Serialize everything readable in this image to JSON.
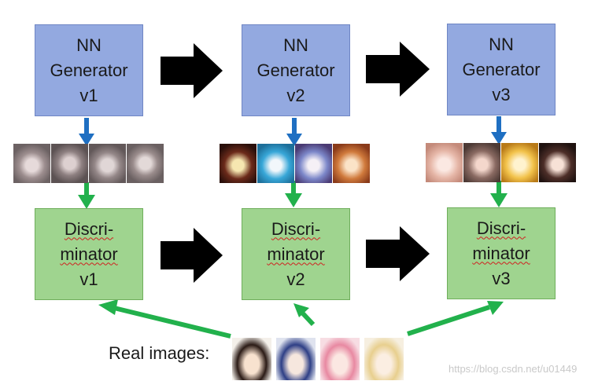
{
  "generators": [
    {
      "line1": "NN",
      "line2": "Generator",
      "line3": "v1"
    },
    {
      "line1": "NN",
      "line2": "Generator",
      "line3": "v2"
    },
    {
      "line1": "NN",
      "line2": "Generator",
      "line3": "v3"
    }
  ],
  "discriminators": [
    {
      "line1": "Discri-",
      "line2": "minator",
      "line3": "v1"
    },
    {
      "line1": "Discri-",
      "line2": "minator",
      "line3": "v2"
    },
    {
      "line1": "Discri-",
      "line2": "minator",
      "line3": "v3"
    }
  ],
  "real_images_label": "Real images:",
  "watermark": "https://blog.csdn.net/u01449",
  "colors": {
    "generator_fill": "#93a9e0",
    "discriminator_fill": "#9fd48f",
    "blue_arrow": "#1f6fc2",
    "green_arrow": "#22b14c",
    "black_arrow": "#000000"
  }
}
